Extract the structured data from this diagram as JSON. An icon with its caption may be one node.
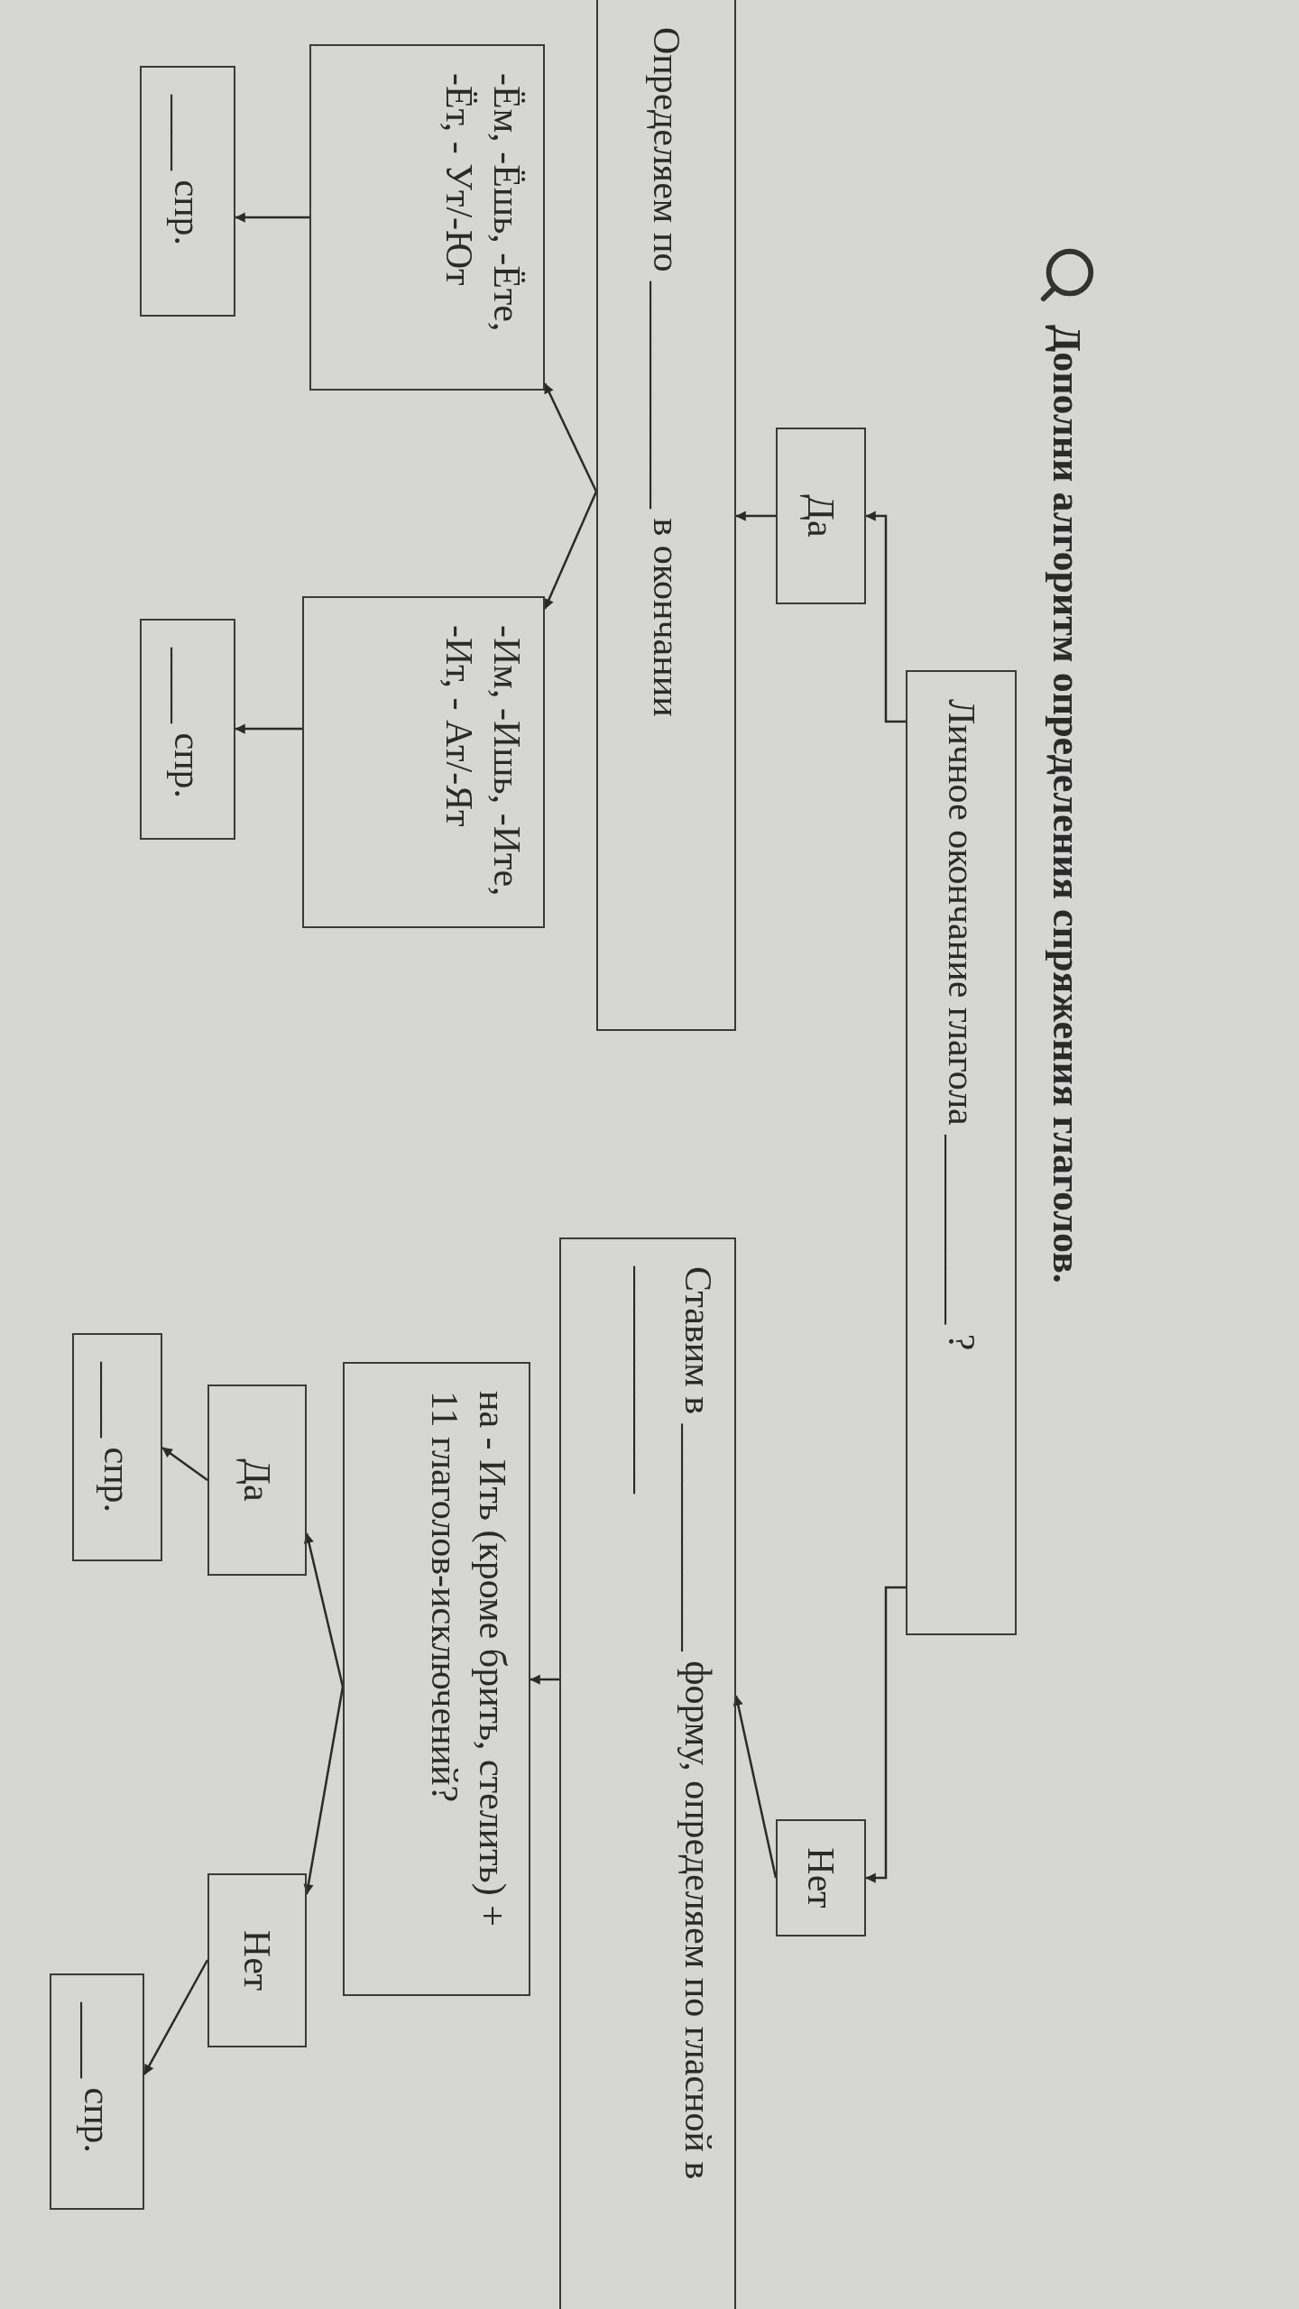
{
  "diagram": {
    "title": "Дополни алгоритм определения спряжения глаголов.",
    "nodes": [
      {
        "text": [
          "Личное окончание глагола __________ ?"
        ]
      },
      {
        "text": [
          "Да"
        ]
      },
      {
        "text": [
          "Нет"
        ]
      },
      {
        "text": [
          "Определяем по ____________ в окончании"
        ]
      },
      {
        "text": [
          "Ставим в ____________ форму, определяем по гласной в ____________"
        ]
      },
      {
        "text": [
          "-Ём, -Ёшь, -Ёте, -Ёт, - Ут/-Ют"
        ]
      },
      {
        "text": [
          "-Им, -Ишь, -Ите, -Ит, - Ат/-Ят"
        ]
      },
      {
        "text": [
          "на - Ить (кроме брить, стелить) + 11 глаголов-исключений?"
        ]
      },
      {
        "text": [
          "____ спр."
        ]
      },
      {
        "text": [
          "____ спр."
        ]
      },
      {
        "text": [
          "Да"
        ]
      },
      {
        "text": [
          "Нет"
        ]
      },
      {
        "text": [
          "____ спр."
        ]
      },
      {
        "text": [
          "____ спр."
        ]
      }
    ],
    "edges": [
      {
        "from": 0,
        "to": 1,
        "arrow": "to"
      },
      {
        "from": 0,
        "to": 2,
        "arrow": "to"
      },
      {
        "from": 1,
        "to": 3,
        "arrow": "to"
      },
      {
        "from": 2,
        "to": 4,
        "arrow": "to"
      },
      {
        "from": 3,
        "to": 5,
        "arrow": "to"
      },
      {
        "from": 3,
        "to": 6,
        "arrow": "to"
      },
      {
        "from": 5,
        "to": 8,
        "arrow": "to"
      },
      {
        "from": 6,
        "to": 9,
        "arrow": "to"
      },
      {
        "from": 4,
        "to": 7,
        "arrow": "to"
      },
      {
        "from": 7,
        "to": 10,
        "arrow": "to"
      },
      {
        "from": 7,
        "to": 11,
        "arrow": "to"
      },
      {
        "from": 10,
        "to": 12,
        "arrow": "to"
      },
      {
        "from": 11,
        "to": 13,
        "arrow": "to"
      }
    ]
  }
}
